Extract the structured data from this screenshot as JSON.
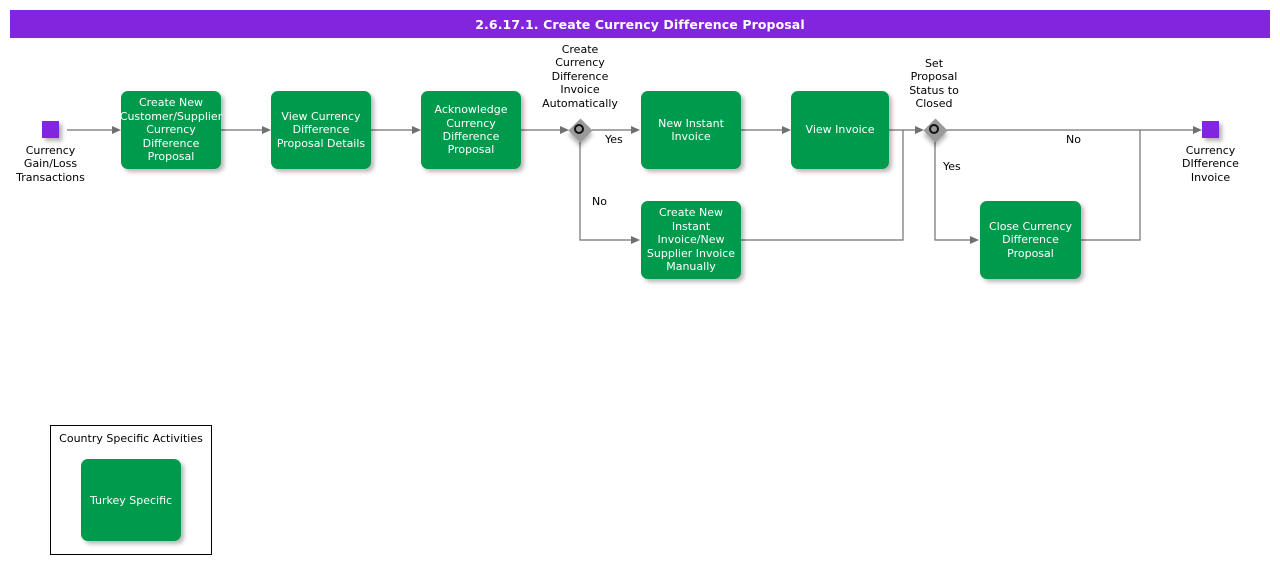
{
  "header": {
    "title": "2.6.17.1. Create Currency Difference Proposal",
    "bar_color": "#8225dc",
    "text_color": "#ffffff"
  },
  "theme": {
    "task_color": "#009a4d",
    "event_color": "#8225dc",
    "gateway_color": "#9a9a9a",
    "connector_color": "#707070"
  },
  "diagram": {
    "type": "process-flow",
    "start_event": {
      "name": "currency-gain-loss-transactions",
      "label_lines": [
        "Currency",
        "Gain/Loss",
        "Transactions"
      ]
    },
    "end_event": {
      "name": "currency-difference-invoice",
      "label_lines": [
        "Currency",
        "DIfference",
        "Invoice"
      ]
    },
    "tasks": [
      {
        "id": "create-new-proposal",
        "lines": [
          "Create New",
          "Customer/Supplier",
          "Currency",
          "Difference",
          "Proposal"
        ]
      },
      {
        "id": "view-proposal-details",
        "lines": [
          "View Currency",
          "Difference",
          "Proposal Details"
        ]
      },
      {
        "id": "acknowledge-proposal",
        "lines": [
          "Acknowledge",
          "Currency",
          "Difference",
          "Proposal"
        ]
      },
      {
        "id": "new-instant-invoice",
        "lines": [
          "New Instant",
          "Invoice"
        ]
      },
      {
        "id": "view-invoice",
        "lines": [
          "View Invoice"
        ]
      },
      {
        "id": "create-invoice-manually",
        "lines": [
          "Create New",
          "Instant",
          "Invoice/New",
          "Supplier Invoice",
          "Manually"
        ]
      },
      {
        "id": "close-proposal",
        "lines": [
          "Close Currency",
          "Difference",
          "Proposal"
        ]
      }
    ],
    "gateways": [
      {
        "id": "create-invoice-automatically",
        "label_lines": [
          "Create",
          "Currency",
          "Difference",
          "Invoice",
          "Automatically"
        ],
        "branches": [
          "Yes",
          "No"
        ]
      },
      {
        "id": "set-proposal-status-closed",
        "label_lines": [
          "Set",
          "Proposal",
          "Status to",
          "Closed"
        ],
        "branches": [
          "Yes",
          "No"
        ]
      }
    ],
    "edge_labels": {
      "gw1_yes": "Yes",
      "gw1_no": "No",
      "gw2_yes": "Yes",
      "gw2_no": "No"
    }
  },
  "legend": {
    "title": "Country Specific Activities",
    "item_label": "Turkey Specific"
  }
}
